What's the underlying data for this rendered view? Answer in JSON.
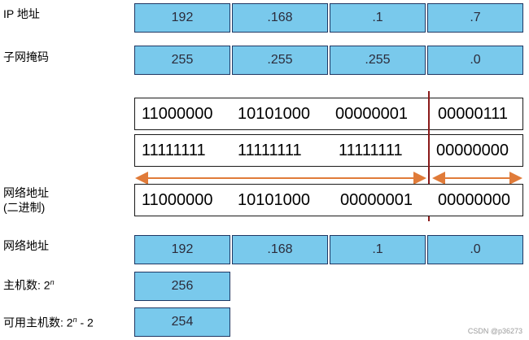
{
  "labels": {
    "ip_address": "IP 地址",
    "subnet_mask": "子网掩码",
    "network_address_binary_line1": "网络地址",
    "network_address_binary_line2": "(二进制)",
    "network_address": "网络地址",
    "host_count_prefix": "主机数: 2",
    "host_count_exp": "n",
    "usable_host_prefix": "可用主机数: 2",
    "usable_host_exp": "n",
    "usable_host_suffix": " - 2"
  },
  "ip_row": [
    "192",
    ".168",
    ".1",
    ".7"
  ],
  "mask_row": [
    "255",
    ".255",
    ".255",
    ".0"
  ],
  "binary_ip": [
    "11000000",
    "10101000",
    "00000001",
    "00000111"
  ],
  "binary_mask": [
    "11111111",
    "11111111",
    "11111111",
    "00000000"
  ],
  "binary_network": [
    "11000000",
    "10101000",
    "00000001",
    "00000000"
  ],
  "network_row": [
    "192",
    ".168",
    ".1",
    ".0"
  ],
  "host_count": "256",
  "usable_hosts": "254",
  "watermark": "CSDN @p36273",
  "colors": {
    "cell_fill": "#79c9ec",
    "cell_border": "#1f3763",
    "divider": "#8b1a1a",
    "arrow": "#e07b39"
  }
}
